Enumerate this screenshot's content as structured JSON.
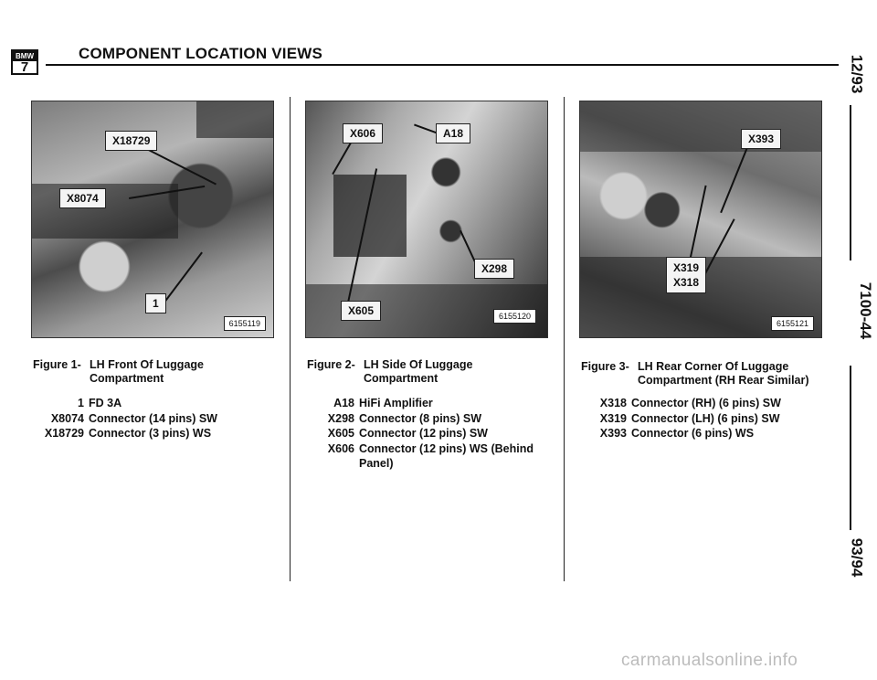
{
  "header": {
    "logo_brand": "BMW",
    "logo_model": "7",
    "title": "COMPONENT LOCATION VIEWS"
  },
  "side": {
    "date": "12/93",
    "page": "7100-44",
    "year": "93/94"
  },
  "figures": [
    {
      "labels": [
        "X18729",
        "X8074",
        "1"
      ],
      "photo_code": "6155119",
      "caption_num": "Figure 1-",
      "caption_lines": [
        "LH Front Of Luggage",
        "Compartment"
      ],
      "legend": [
        {
          "key": "1",
          "value": "FD 3A"
        },
        {
          "key": "X8074",
          "value": "Connector (14 pins) SW"
        },
        {
          "key": "X18729",
          "value": "Connector (3 pins) WS"
        }
      ]
    },
    {
      "labels": [
        "X606",
        "A18",
        "X298",
        "X605"
      ],
      "photo_code": "6155120",
      "caption_num": "Figure 2-",
      "caption_lines": [
        "LH Side Of Luggage",
        "Compartment"
      ],
      "legend": [
        {
          "key": "A18",
          "value": "HiFi Amplifier"
        },
        {
          "key": "X298",
          "value": "Connector (8 pins) SW"
        },
        {
          "key": "X605",
          "value": "Connector (12 pins) SW"
        },
        {
          "key": "X606",
          "value": "Connector (12 pins) WS (Behind Panel)"
        }
      ]
    },
    {
      "labels": [
        "X393",
        "X319",
        "X318"
      ],
      "photo_code": "6155121",
      "caption_num": "Figure 3-",
      "caption_lines": [
        "LH Rear Corner Of Luggage",
        "Compartment (RH Rear Similar)"
      ],
      "legend": [
        {
          "key": "X318",
          "value": "Connector (RH) (6 pins) SW"
        },
        {
          "key": "X319",
          "value": "Connector (LH) (6 pins) SW"
        },
        {
          "key": "X393",
          "value": "Connector (6 pins) WS"
        }
      ]
    }
  ],
  "footer": {
    "watermark": "carmanualsonline.info"
  }
}
